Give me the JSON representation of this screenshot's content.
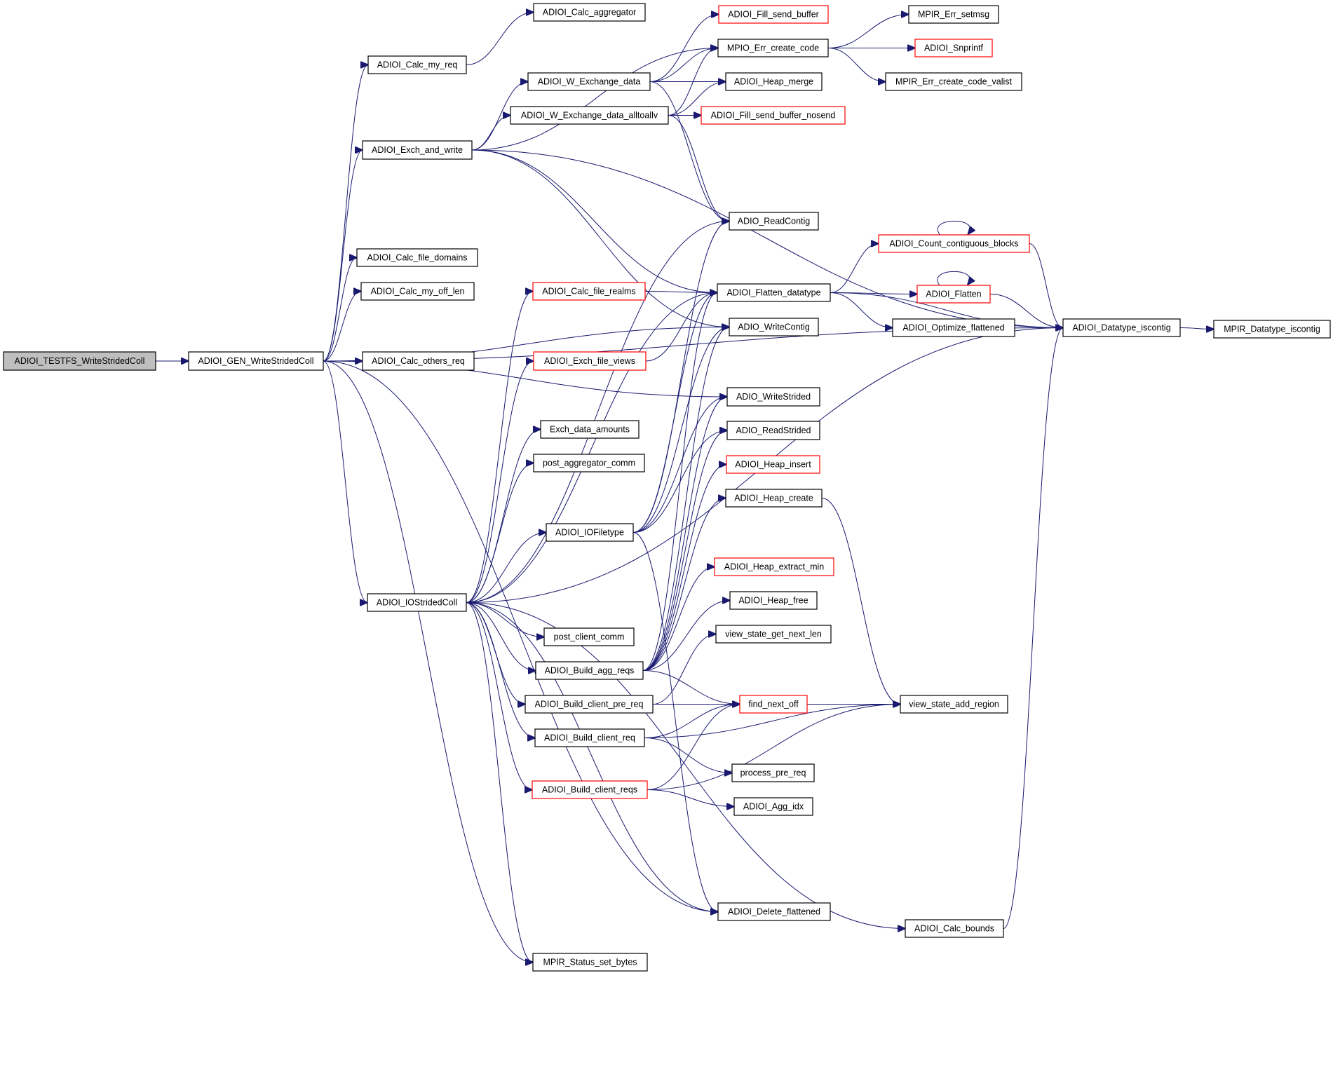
{
  "title": "ADIOI_TESTFS_WriteStridedColl call graph",
  "colors": {
    "edge": "#191970",
    "root_fill": "#bfbfbf",
    "border_default": "#000000",
    "border_truncated": "#ff0000"
  },
  "nodes": [
    {
      "id": "root",
      "label": "ADIOI_TESTFS_WriteStridedColl",
      "style": "root"
    },
    {
      "id": "gen",
      "label": "ADIOI_GEN_WriteStridedColl",
      "style": "normal"
    },
    {
      "id": "calc_my_req",
      "label": "ADIOI_Calc_my_req",
      "style": "normal"
    },
    {
      "id": "calc_aggregator",
      "label": "ADIOI_Calc_aggregator",
      "style": "normal"
    },
    {
      "id": "exch_and_write",
      "label": "ADIOI_Exch_and_write",
      "style": "normal"
    },
    {
      "id": "w_exchange_data",
      "label": "ADIOI_W_Exchange_data",
      "style": "normal"
    },
    {
      "id": "w_exchange_alltoallv",
      "label": "ADIOI_W_Exchange_data_alltoallv",
      "style": "normal"
    },
    {
      "id": "fill_send_buffer",
      "label": "ADIOI_Fill_send_buffer",
      "style": "red"
    },
    {
      "id": "mpio_err_create_code",
      "label": "MPIO_Err_create_code",
      "style": "normal"
    },
    {
      "id": "heap_merge",
      "label": "ADIOI_Heap_merge",
      "style": "normal"
    },
    {
      "id": "fill_send_buffer_nosend",
      "label": "ADIOI_Fill_send_buffer_nosend",
      "style": "red"
    },
    {
      "id": "mpir_err_setmsg",
      "label": "MPIR_Err_setmsg",
      "style": "normal"
    },
    {
      "id": "snprintf",
      "label": "ADIOI_Snprintf",
      "style": "red"
    },
    {
      "id": "mpir_err_create_code_valist",
      "label": "MPIR_Err_create_code_valist",
      "style": "normal"
    },
    {
      "id": "calc_file_domains",
      "label": "ADIOI_Calc_file_domains",
      "style": "normal"
    },
    {
      "id": "calc_my_off_len",
      "label": "ADIOI_Calc_my_off_len",
      "style": "normal"
    },
    {
      "id": "calc_others_req",
      "label": "ADIOI_Calc_others_req",
      "style": "normal"
    },
    {
      "id": "read_contig",
      "label": "ADIO_ReadContig",
      "style": "normal"
    },
    {
      "id": "calc_file_realms",
      "label": "ADIOI_Calc_file_realms",
      "style": "red"
    },
    {
      "id": "flatten_datatype",
      "label": "ADIOI_Flatten_datatype",
      "style": "normal"
    },
    {
      "id": "write_contig",
      "label": "ADIO_WriteContig",
      "style": "normal"
    },
    {
      "id": "exch_file_views",
      "label": "ADIOI_Exch_file_views",
      "style": "red"
    },
    {
      "id": "write_strided",
      "label": "ADIO_WriteStrided",
      "style": "normal"
    },
    {
      "id": "exch_data_amounts",
      "label": "Exch_data_amounts",
      "style": "normal"
    },
    {
      "id": "read_strided",
      "label": "ADIO_ReadStrided",
      "style": "normal"
    },
    {
      "id": "post_aggregator_comm",
      "label": "post_aggregator_comm",
      "style": "normal"
    },
    {
      "id": "heap_insert",
      "label": "ADIOI_Heap_insert",
      "style": "red"
    },
    {
      "id": "heap_create",
      "label": "ADIOI_Heap_create",
      "style": "normal"
    },
    {
      "id": "iofiletype",
      "label": "ADIOI_IOFiletype",
      "style": "normal"
    },
    {
      "id": "iostridedcoll",
      "label": "ADIOI_IOStridedColl",
      "style": "normal"
    },
    {
      "id": "heap_extract_min",
      "label": "ADIOI_Heap_extract_min",
      "style": "red"
    },
    {
      "id": "heap_free",
      "label": "ADIOI_Heap_free",
      "style": "normal"
    },
    {
      "id": "post_client_comm",
      "label": "post_client_comm",
      "style": "normal"
    },
    {
      "id": "view_state_get_next_len",
      "label": "view_state_get_next_len",
      "style": "normal"
    },
    {
      "id": "build_agg_reqs",
      "label": "ADIOI_Build_agg_reqs",
      "style": "normal"
    },
    {
      "id": "build_client_pre_req",
      "label": "ADIOI_Build_client_pre_req",
      "style": "normal"
    },
    {
      "id": "find_next_off",
      "label": "find_next_off",
      "style": "red"
    },
    {
      "id": "view_state_add_region",
      "label": "view_state_add_region",
      "style": "normal"
    },
    {
      "id": "build_client_req",
      "label": "ADIOI_Build_client_req",
      "style": "normal"
    },
    {
      "id": "process_pre_req",
      "label": "process_pre_req",
      "style": "normal"
    },
    {
      "id": "build_client_reqs",
      "label": "ADIOI_Build_client_reqs",
      "style": "red"
    },
    {
      "id": "agg_idx",
      "label": "ADIOI_Agg_idx",
      "style": "normal"
    },
    {
      "id": "delete_flattened",
      "label": "ADIOI_Delete_flattened",
      "style": "normal"
    },
    {
      "id": "calc_bounds",
      "label": "ADIOI_Calc_bounds",
      "style": "normal"
    },
    {
      "id": "mpir_status_set_bytes",
      "label": "MPIR_Status_set_bytes",
      "style": "normal"
    },
    {
      "id": "count_contiguous_blocks",
      "label": "ADIOI_Count_contiguous_blocks",
      "style": "red"
    },
    {
      "id": "flatten",
      "label": "ADIOI_Flatten",
      "style": "red"
    },
    {
      "id": "optimize_flattened",
      "label": "ADIOI_Optimize_flattened",
      "style": "normal"
    },
    {
      "id": "datatype_iscontig",
      "label": "ADIOI_Datatype_iscontig",
      "style": "normal"
    },
    {
      "id": "mpir_datatype_iscontig",
      "label": "MPIR_Datatype_iscontig",
      "style": "normal"
    }
  ],
  "edges": [
    [
      "root",
      "gen"
    ],
    [
      "gen",
      "calc_my_req"
    ],
    [
      "gen",
      "exch_and_write"
    ],
    [
      "gen",
      "calc_file_domains"
    ],
    [
      "gen",
      "calc_my_off_len"
    ],
    [
      "gen",
      "calc_others_req"
    ],
    [
      "gen",
      "write_contig"
    ],
    [
      "gen",
      "write_strided"
    ],
    [
      "gen",
      "iostridedcoll"
    ],
    [
      "gen",
      "mpir_status_set_bytes"
    ],
    [
      "gen",
      "delete_flattened"
    ],
    [
      "gen",
      "datatype_iscontig"
    ],
    [
      "calc_my_req",
      "calc_aggregator"
    ],
    [
      "exch_and_write",
      "mpio_err_create_code"
    ],
    [
      "exch_and_write",
      "w_exchange_data"
    ],
    [
      "exch_and_write",
      "w_exchange_alltoallv"
    ],
    [
      "exch_and_write",
      "datatype_iscontig"
    ],
    [
      "exch_and_write",
      "flatten_datatype"
    ],
    [
      "exch_and_write",
      "write_contig"
    ],
    [
      "w_exchange_data",
      "fill_send_buffer"
    ],
    [
      "w_exchange_data",
      "mpio_err_create_code"
    ],
    [
      "w_exchange_data",
      "heap_merge"
    ],
    [
      "w_exchange_data",
      "read_contig"
    ],
    [
      "w_exchange_alltoallv",
      "mpio_err_create_code"
    ],
    [
      "w_exchange_alltoallv",
      "heap_merge"
    ],
    [
      "w_exchange_alltoallv",
      "fill_send_buffer_nosend"
    ],
    [
      "w_exchange_alltoallv",
      "read_contig"
    ],
    [
      "mpio_err_create_code",
      "mpir_err_setmsg"
    ],
    [
      "mpio_err_create_code",
      "snprintf"
    ],
    [
      "mpio_err_create_code",
      "mpir_err_create_code_valist"
    ],
    [
      "iostridedcoll",
      "read_contig"
    ],
    [
      "iostridedcoll",
      "calc_file_realms"
    ],
    [
      "iostridedcoll",
      "exch_file_views"
    ],
    [
      "iostridedcoll",
      "exch_data_amounts"
    ],
    [
      "iostridedcoll",
      "post_aggregator_comm"
    ],
    [
      "iostridedcoll",
      "iofiletype"
    ],
    [
      "iostridedcoll",
      "flatten_datatype"
    ],
    [
      "iostridedcoll",
      "datatype_iscontig"
    ],
    [
      "iostridedcoll",
      "post_client_comm"
    ],
    [
      "iostridedcoll",
      "build_agg_reqs"
    ],
    [
      "iostridedcoll",
      "build_client_pre_req"
    ],
    [
      "iostridedcoll",
      "build_client_req"
    ],
    [
      "iostridedcoll",
      "build_client_reqs"
    ],
    [
      "iostridedcoll",
      "delete_flattened"
    ],
    [
      "iostridedcoll",
      "calc_bounds"
    ],
    [
      "iostridedcoll",
      "mpir_status_set_bytes"
    ],
    [
      "calc_file_realms",
      "flatten_datatype"
    ],
    [
      "exch_file_views",
      "flatten_datatype"
    ],
    [
      "iofiletype",
      "read_contig"
    ],
    [
      "iofiletype",
      "flatten_datatype"
    ],
    [
      "iofiletype",
      "write_contig"
    ],
    [
      "iofiletype",
      "write_strided"
    ],
    [
      "iofiletype",
      "read_strided"
    ],
    [
      "iofiletype",
      "delete_flattened"
    ],
    [
      "build_agg_reqs",
      "flatten_datatype"
    ],
    [
      "build_agg_reqs",
      "write_contig"
    ],
    [
      "build_agg_reqs",
      "write_strided"
    ],
    [
      "build_agg_reqs",
      "read_strided"
    ],
    [
      "build_agg_reqs",
      "heap_insert"
    ],
    [
      "build_agg_reqs",
      "heap_create"
    ],
    [
      "build_agg_reqs",
      "heap_extract_min"
    ],
    [
      "build_agg_reqs",
      "heap_free"
    ],
    [
      "build_agg_reqs",
      "find_next_off"
    ],
    [
      "build_client_pre_req",
      "view_state_get_next_len"
    ],
    [
      "build_client_pre_req",
      "find_next_off"
    ],
    [
      "build_client_pre_req",
      "view_state_add_region"
    ],
    [
      "build_client_req",
      "find_next_off"
    ],
    [
      "build_client_req",
      "view_state_add_region"
    ],
    [
      "build_client_req",
      "process_pre_req"
    ],
    [
      "build_client_reqs",
      "find_next_off"
    ],
    [
      "build_client_reqs",
      "agg_idx"
    ],
    [
      "build_client_reqs",
      "view_state_add_region"
    ],
    [
      "find_next_off",
      "view_state_add_region"
    ],
    [
      "flatten_datatype",
      "count_contiguous_blocks"
    ],
    [
      "flatten_datatype",
      "flatten"
    ],
    [
      "flatten_datatype",
      "optimize_flattened"
    ],
    [
      "flatten_datatype",
      "datatype_iscontig"
    ],
    [
      "count_contiguous_blocks",
      "count_contiguous_blocks"
    ],
    [
      "count_contiguous_blocks",
      "datatype_iscontig"
    ],
    [
      "flatten",
      "flatten"
    ],
    [
      "flatten",
      "datatype_iscontig"
    ],
    [
      "calc_bounds",
      "datatype_iscontig"
    ],
    [
      "datatype_iscontig",
      "mpir_datatype_iscontig"
    ],
    [
      "heap_create",
      "view_state_add_region"
    ]
  ]
}
